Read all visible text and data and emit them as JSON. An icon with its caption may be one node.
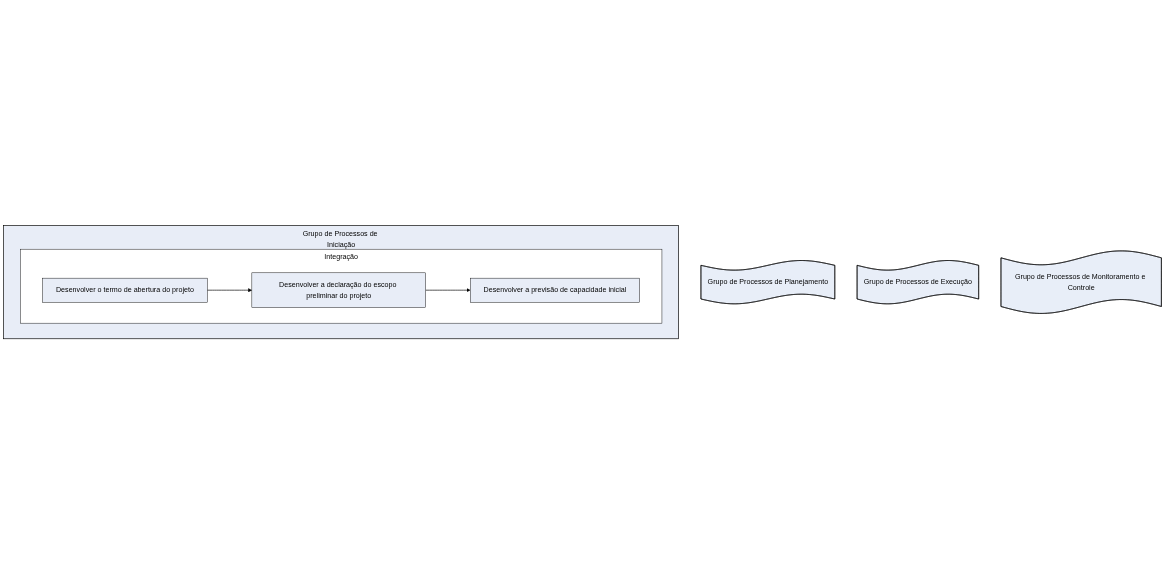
{
  "diagram": {
    "nodes": [
      {
        "text": [
          "Grupo de Processos de Iniciação"
        ]
      },
      {
        "text": [
          "Integração"
        ],
        "in": 0
      },
      {
        "text": [
          "Desenvolver o termo de abertura do projeto"
        ],
        "in": 1
      },
      {
        "text": [
          "Desenvolver a declaração do escopo preliminar do projeto"
        ],
        "in": 1
      },
      {
        "text": [
          "Desenvolver a previsão de capacidade inicial"
        ],
        "in": 1
      },
      {
        "text": [
          "Grupo de Processos de Planejamento"
        ]
      },
      {
        "text": [
          "Grupo de Processos de Execução"
        ]
      },
      {
        "text": [
          "Grupo de Processos de Monitoramento e Controle"
        ]
      }
    ],
    "edges": [
      {
        "from": 2,
        "to": 3,
        "arrow": "to"
      },
      {
        "from": 3,
        "to": 4,
        "arrow": "to"
      }
    ]
  }
}
